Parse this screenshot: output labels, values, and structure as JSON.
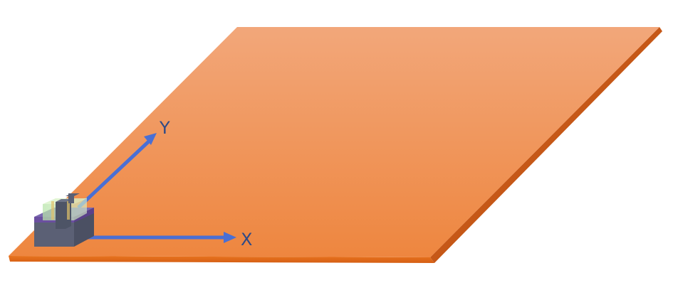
{
  "axes": {
    "x_label": "X",
    "y_label": "Y"
  },
  "colors": {
    "plate_top_light": "#f0a473",
    "plate_top_dark": "#ef8a46",
    "plate_edge": "#e0661a",
    "plate_side": "#c9571a",
    "arrow": "#4a6fd4",
    "label": "#2e4a86",
    "device_body": "#5a5f73",
    "device_top": "#6a6f85",
    "device_band": "#6b4fa0",
    "device_gate": "#c9e8b6"
  },
  "device": {
    "name": "transistor-block"
  }
}
